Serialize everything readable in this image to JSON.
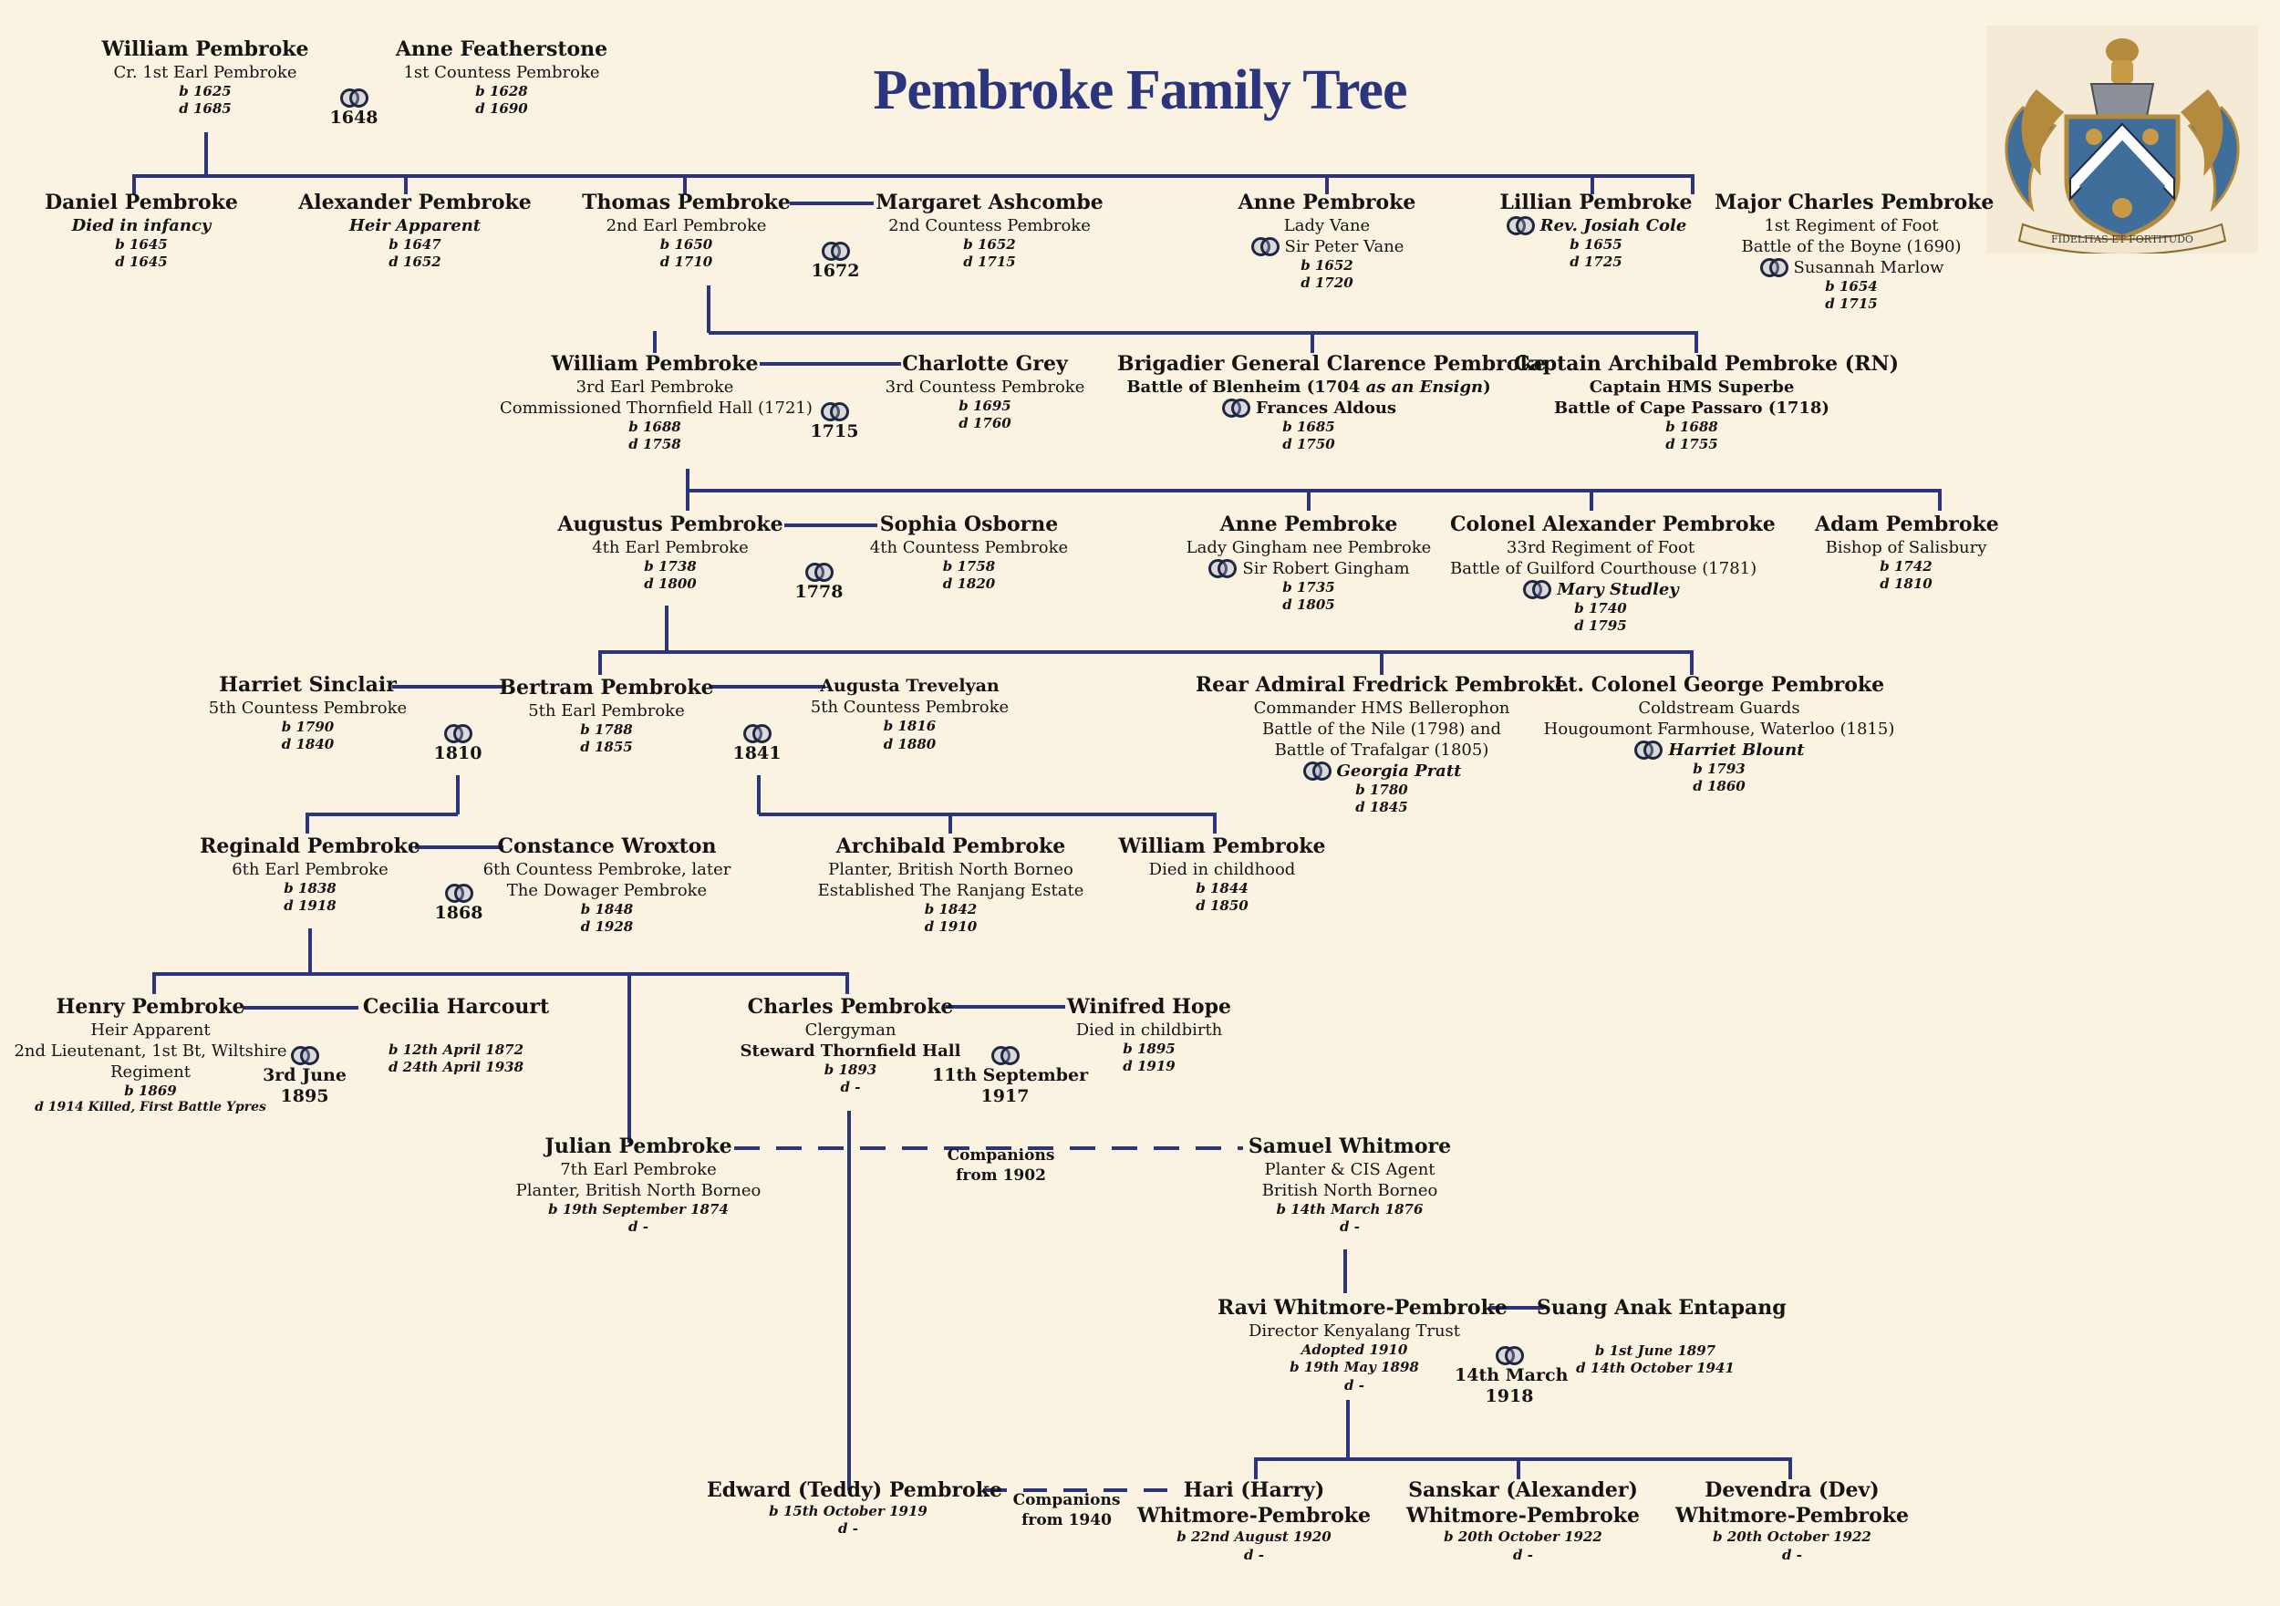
{
  "title": "Pembroke Family Tree",
  "crest": {
    "motto": "FIDELITAS ET FORTITUDO",
    "colors": {
      "shield": "#3f6e9a",
      "gold": "#b48a3c",
      "chevron": "#ffffff"
    }
  },
  "people": {
    "william1": {
      "name": "William Pembroke",
      "title": "Cr. 1st Earl Pembroke",
      "born": "b 1625",
      "died": "d 1685"
    },
    "anneF": {
      "name": "Anne Featherstone",
      "title": "1st Countess Pembroke",
      "born": "b 1628",
      "died": "d 1690"
    },
    "danielP": {
      "name": "Daniel Pembroke",
      "note": "Died in infancy",
      "born": "b 1645",
      "died": "d 1645"
    },
    "alexanderP": {
      "name": "Alexander Pembroke",
      "note": "Heir Apparent",
      "born": "b 1647",
      "died": "d 1652"
    },
    "thomasP": {
      "name": "Thomas Pembroke",
      "title": "2nd Earl Pembroke",
      "born": "b 1650",
      "died": "d 1710"
    },
    "margaretA": {
      "name": "Margaret Ashcombe",
      "title": "2nd Countess Pembroke",
      "born": "b 1652",
      "died": "d 1715"
    },
    "anneP1": {
      "name": "Anne Pembroke",
      "title": "Lady Vane",
      "spouse": "Sir Peter Vane",
      "born": "b 1652",
      "died": "d 1720"
    },
    "lillianP": {
      "name": "Lillian Pembroke",
      "spouse": "Rev. Josiah Cole",
      "born": "b 1655",
      "died": "d 1725"
    },
    "charlesMaj": {
      "name": "Major Charles Pembroke",
      "title": "1st Regiment of Foot",
      "title2": "Battle of the Boyne (1690)",
      "spouse": "Susannah Marlow",
      "born": "b 1654",
      "died": "d 1715"
    },
    "william3": {
      "name": "William Pembroke",
      "title": "3rd Earl Pembroke",
      "title2": "Commissioned Thornfield Hall (1721)",
      "born": "b 1688",
      "died": "d 1758"
    },
    "charlotteG": {
      "name": "Charlotte Grey",
      "title": "3rd Countess Pembroke",
      "born": "b 1695",
      "died": "d 1760"
    },
    "clarenceP": {
      "name": "Brigadier General Clarence Pembroke",
      "title_a": "Battle of Blenheim (1704 ",
      "title_b": "as an Ensign",
      "title_c": ")",
      "spouse": "Frances Aldous",
      "born": "b 1685",
      "died": "d 1750"
    },
    "archibaldRN": {
      "name": "Captain Archibald Pembroke (RN)",
      "title": "Captain HMS Superbe",
      "title2": "Battle of Cape Passaro (1718)",
      "born": "b 1688",
      "died": "d 1755"
    },
    "augustusP": {
      "name": "Augustus Pembroke",
      "title": "4th Earl Pembroke",
      "born": "b 1738",
      "died": "d 1800"
    },
    "sophiaO": {
      "name": "Sophia Osborne",
      "title": "4th Countess Pembroke",
      "born": "b 1758",
      "died": "d 1820"
    },
    "anneP2": {
      "name": "Anne Pembroke",
      "title": "Lady Gingham nee Pembroke",
      "spouse": "Sir Robert Gingham",
      "born": "b 1735",
      "died": "d 1805"
    },
    "alexanderCol": {
      "name": "Colonel Alexander Pembroke",
      "title": "33rd Regiment of Foot",
      "title2": "Battle of Guilford Courthouse (1781)",
      "spouse": "Mary Studley",
      "born": "b 1740",
      "died": "d 1795"
    },
    "adamP": {
      "name": "Adam Pembroke",
      "title": "Bishop of Salisbury",
      "born": "b 1742",
      "died": "d 1810"
    },
    "harrietS": {
      "name": "Harriet Sinclair",
      "title": "5th Countess Pembroke",
      "born": "b 1790",
      "died": "d 1840"
    },
    "bertramP": {
      "name": "Bertram Pembroke",
      "title": "5th Earl Pembroke",
      "born": "b 1788",
      "died": "d 1855"
    },
    "augustaT": {
      "name": "Augusta Trevelyan",
      "title": "5th Countess Pembroke",
      "born": "b 1816",
      "died": "d 1880"
    },
    "fredrickP": {
      "name": "Rear Admiral Fredrick Pembroke",
      "title": "Commander HMS Bellerophon",
      "title2": "Battle of the Nile (1798) and",
      "title3": "Battle of Trafalgar (1805)",
      "spouse": "Georgia Pratt",
      "born": "b 1780",
      "died": "d 1845"
    },
    "georgeP": {
      "name": "Lt. Colonel George Pembroke",
      "title": "Coldstream Guards",
      "title2": "Hougoumont Farmhouse, Waterloo (1815)",
      "spouse": "Harriet Blount",
      "born": "b 1793",
      "died": "d 1860"
    },
    "reginaldP": {
      "name": "Reginald Pembroke",
      "title": "6th Earl Pembroke",
      "born": "b 1838",
      "died": "d 1918"
    },
    "constanceW": {
      "name": "Constance Wroxton",
      "title": "6th Countess Pembroke, later",
      "title2": "The Dowager Pembroke",
      "born": "b 1848",
      "died": "d 1928"
    },
    "archibaldP": {
      "name": "Archibald Pembroke",
      "title": "Planter, British North Borneo",
      "title2": "Established The Ranjang Estate",
      "born": "b 1842",
      "died": "d 1910"
    },
    "williamC": {
      "name": "William Pembroke",
      "title": "Died in childhood",
      "born": "b 1844",
      "died": "d 1850"
    },
    "henryP": {
      "name": "Henry Pembroke",
      "title": "Heir Apparent",
      "title2": "2nd Lieutenant, 1st Bt, Wiltshire",
      "title3": "Regiment",
      "born": "b 1869",
      "died": "d 1914  Killed, First Battle Ypres"
    },
    "ceciliaH": {
      "name": "Cecilia Harcourt",
      "born": "b 12th April 1872",
      "died": "d 24th April 1938"
    },
    "charlesC": {
      "name": "Charles Pembroke",
      "title": "Clergyman",
      "title2": "Steward Thornfield Hall",
      "born": "b 1893",
      "died": "d -"
    },
    "winifredH": {
      "name": "Winifred Hope",
      "title": "Died in childbirth",
      "born": "b 1895",
      "died": "d 1919"
    },
    "julianP": {
      "name": "Julian Pembroke",
      "title": "7th Earl Pembroke",
      "title2": "Planter, British North Borneo",
      "born": "b 19th September 1874",
      "died": "d -"
    },
    "samuelW": {
      "name": "Samuel Whitmore",
      "title": "Planter & CIS Agent",
      "title2": "British North Borneo",
      "born": "b 14th March 1876",
      "died": "d -"
    },
    "raviWP": {
      "name": "Ravi Whitmore-Pembroke",
      "title": "Director Kenyalang Trust",
      "note": "Adopted 1910",
      "born": "b 19th May 1898",
      "died": "d -"
    },
    "suangAE": {
      "name": "Suang Anak Entapang",
      "born": "b 1st June 1897",
      "died": "d 14th October 1941"
    },
    "edwardP": {
      "name": "Edward (Teddy) Pembroke",
      "born": "b 15th October 1919",
      "died": "d -"
    },
    "hariWP": {
      "name": "Hari (Harry)",
      "name2": "Whitmore-Pembroke",
      "born": "b 22nd August 1920",
      "died": "d -"
    },
    "sanskarWP": {
      "name": "Sanskar (Alexander)",
      "name2": "Whitmore-Pembroke",
      "born": "b 20th October 1922",
      "died": "d -"
    },
    "devendraWP": {
      "name": "Devendra (Dev)",
      "name2": "Whitmore-Pembroke",
      "born": "b 20th October 1922",
      "died": "d -"
    }
  },
  "marriages": {
    "m1648": "1648",
    "m1672": "1672",
    "m1715": "1715",
    "m1778": "1778",
    "m1810": "1810",
    "m1841": "1841",
    "m1868": "1868",
    "m1895a": "3rd June",
    "m1895b": "1895",
    "m1917a": "11th September",
    "m1917b": "1917",
    "m1918a": "14th March",
    "m1918b": "1918"
  },
  "companions": {
    "c1902a": "Companions",
    "c1902b": "from 1902",
    "c1940a": "Companions",
    "c1940b": "from 1940"
  },
  "colors": {
    "line": "#2b347d",
    "title": "#2b347d",
    "background": "#fbf3e2"
  }
}
